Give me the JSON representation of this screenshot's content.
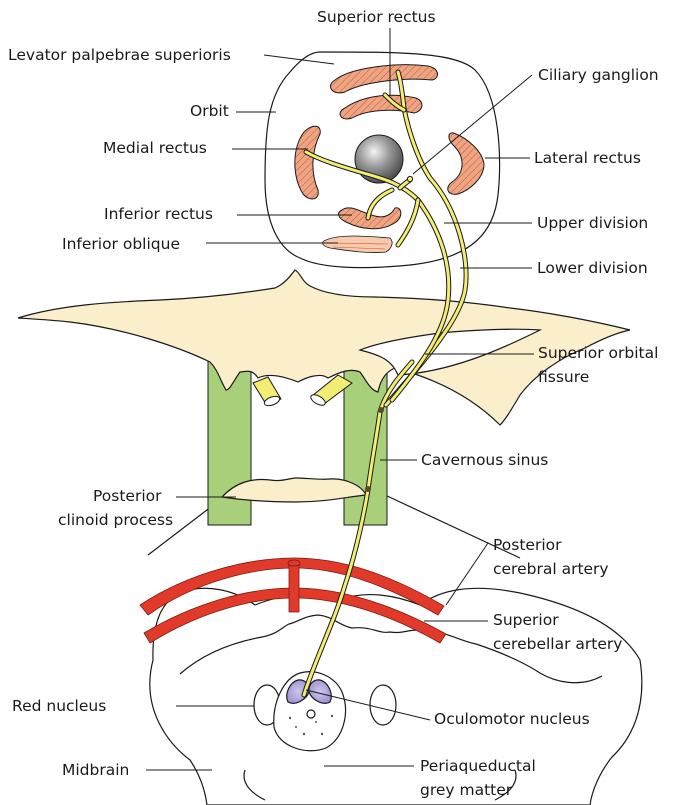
{
  "labels": {
    "superior_rectus": "Superior rectus",
    "levator": "Levator palpebrae superioris",
    "orbit": "Orbit",
    "medial_rectus": "Medial rectus",
    "inferior_rectus": "Inferior rectus",
    "inferior_oblique": "Inferior oblique",
    "ciliary_ganglion": "Ciliary ganglion",
    "lateral_rectus": "Lateral rectus",
    "upper_division": "Upper division",
    "lower_division": "Lower division",
    "superior_orbital_fissure_1": "Superior orbital",
    "superior_orbital_fissure_2": "fissure",
    "cavernous_sinus": "Cavernous sinus",
    "posterior_clinoid_1": "Posterior",
    "posterior_clinoid_2": "clinoid process",
    "posterior_cerebral_1": "Posterior",
    "posterior_cerebral_2": "cerebral artery",
    "superior_cerebellar_1": "Superior",
    "superior_cerebellar_2": "cerebellar artery",
    "red_nucleus": "Red nucleus",
    "oculomotor_nucleus": "Oculomotor nucleus",
    "midbrain": "Midbrain",
    "periaqueductal_1": "Periaqueductal",
    "periaqueductal_2": "grey matter"
  },
  "colors": {
    "muscle": "#eda584",
    "muscle_hatch": "#c9552f",
    "nerve": "#f3ee72",
    "bone": "#fbeecb",
    "sinus": "#a8d07a",
    "artery": "#e23a2a",
    "nucleus": "#a99bd4",
    "eyeball": "#8c8c8c"
  }
}
